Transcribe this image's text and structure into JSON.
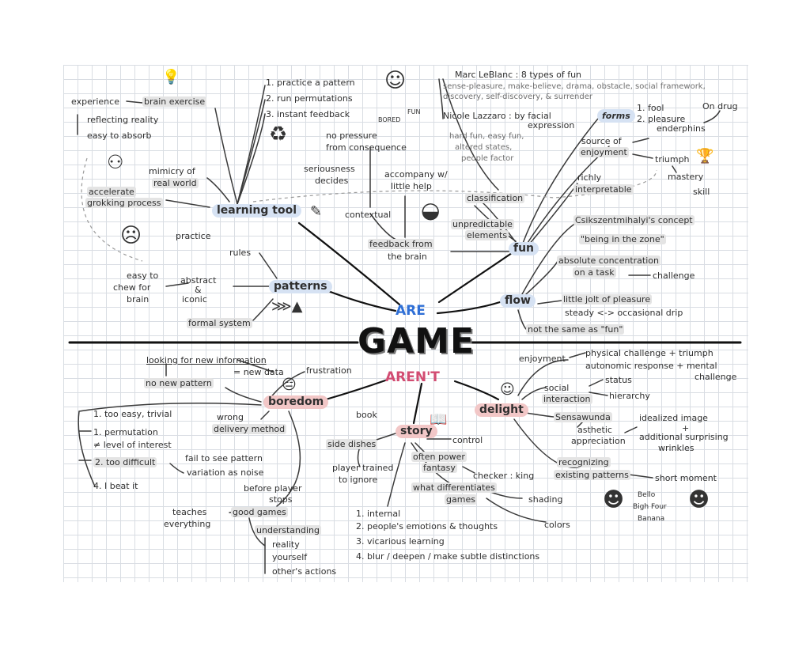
{
  "center": {
    "title": "GAME",
    "are": "ARE",
    "arent": "AREN'T"
  },
  "learning": {
    "hub": "learning tool",
    "experience": "experience",
    "brain_exercise": "brain exercise",
    "reflecting": "reflecting reality",
    "easy_absorb": "easy to absorb",
    "mimicry1": "mimicry of",
    "mimicry2": "real world",
    "accelerate1": "accelerate",
    "accelerate2": "grokking process",
    "practice_pattern": "1. practice a pattern",
    "run_perm": "2. run permutations",
    "instant_fb": "3. instant feedback"
  },
  "middle": {
    "no_pressure1": "no pressure",
    "no_pressure2": "from consequence",
    "seriousness1": "seriousness",
    "seriousness2": "decides",
    "accompany1": "accompany w/",
    "accompany2": "little help",
    "contextual": "contextual",
    "feedback1": "feedback from",
    "feedback2": "the brain",
    "boring": "BORED",
    "fun_icon": "FUN"
  },
  "patterns": {
    "hub": "patterns",
    "practice": "practice",
    "rules": "rules",
    "easy1": "easy to",
    "easy2": "chew for",
    "easy3": "brain",
    "abstract1": "abstract",
    "abstract2": "&",
    "abstract3": "iconic",
    "formal": "formal system"
  },
  "fun": {
    "hub": "fun",
    "leblanc": "Marc LeBlanc : 8 types of fun",
    "leblanc_list1": "sense-pleasure, make-believe, drama, obstacle, social framework,",
    "leblanc_list2": "discovery, self-discovery, & surrender",
    "lazzaro": "Nicole Lazzaro : by facial",
    "lazzaro2": "expression",
    "lazzaro_list1": "hard fun, easy fun,",
    "lazzaro_list2": "altered states,",
    "lazzaro_list3": "people factor",
    "classification": "classification",
    "unpredictable1": "unpredictable",
    "unpredictable2": "elements",
    "forms": "forms",
    "fool": "1. fool",
    "pleasure": "2. pleasure",
    "on_drug": "On drug",
    "endorphins": "enderphins",
    "source1": "source of",
    "source2": "enjoyment",
    "triumph": "triumph",
    "mastery": "mastery",
    "skill": "skill",
    "richly1": "richly",
    "richly2": "interpretable"
  },
  "flow": {
    "hub": "flow",
    "csik": "Csikszentmihalyi's concept",
    "zone": "\"being in the zone\"",
    "absolute1": "absolute concentration",
    "absolute2": "on a task",
    "challenge": "challenge",
    "jolt": "little jolt of pleasure",
    "steady": "steady <-> occasional drip",
    "not_same": "not the same as \"fun\""
  },
  "boredom": {
    "hub": "boredom",
    "looking": "looking for new information",
    "new_data": "= new data",
    "frustration": "frustration",
    "no_pattern": "no new pattern",
    "too_easy": "1. too easy, trivial",
    "permutation": "1. permutation",
    "level": "≠ level of interest",
    "too_difficult": "2. too difficult",
    "fail_see": "fail to see pattern",
    "variation": "variation as noise",
    "beat_it": "4. I beat it",
    "wrong1": "wrong",
    "wrong2": "delivery method",
    "before1": "before player",
    "before2": "stops",
    "teaches1": "teaches",
    "teaches2": "everything",
    "good_games": "good games",
    "understanding": "understanding",
    "reality": "reality",
    "yourself": "yourself",
    "others": "other's actions"
  },
  "story": {
    "hub": "story",
    "book": "book",
    "side_dishes": "side dishes",
    "control": "control",
    "power1": "often power",
    "power2": "fantasy",
    "trained1": "player trained",
    "trained2": "to ignore",
    "checker": "checker : king",
    "differentiates1": "what differentiates",
    "differentiates2": "games",
    "shading": "shading",
    "colors": "colors",
    "internal": "1. internal",
    "emotions": "2. people's emotions & thoughts",
    "vicarious": "3. vicarious learning",
    "blur": "4. blur / deepen / make subtle distinctions"
  },
  "delight": {
    "hub": "delight",
    "enjoyment": "enjoyment",
    "physical": "physical challenge + triumph",
    "autonomic": "autonomic response + mental",
    "challenge": "challenge",
    "social1": "social",
    "social2": "interaction",
    "status": "status",
    "hierarchy": "hierarchy",
    "sensawunda": "Sensawunda",
    "aesthetic1": "asthetic",
    "aesthetic2": "appreciation",
    "idealized": "idealized image",
    "plus": "+",
    "additional": "additional surprising",
    "wrinkles": "wrinkles",
    "recognizing1": "recognizing",
    "recognizing2": "existing patterns",
    "short": "short moment",
    "minion1": "Bello",
    "minion2": "Bigh Four",
    "minion3": "Banana"
  }
}
